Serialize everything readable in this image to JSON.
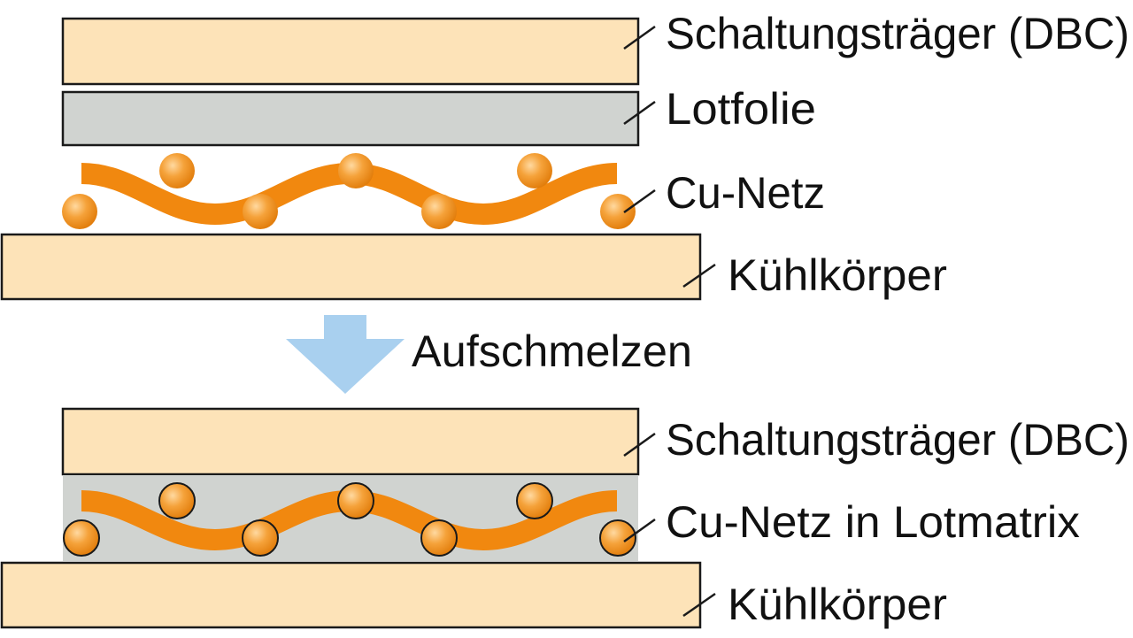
{
  "colors": {
    "layer_fill": "#fde3b8",
    "foil_fill": "#d0d3d0",
    "outline": "#1a1a1a",
    "mesh": "#f1880f",
    "ball": "#f08c14",
    "arrow": "#a9d0ef"
  },
  "before": {
    "dbc_label": "Schaltungsträger (DBC)",
    "foil_label": "Lotfolie",
    "mesh_label": "Cu-Netz",
    "sink_label": "Kühlkörper"
  },
  "process": {
    "label": "Aufschmelzen",
    "arrow_icon": "down-arrow-icon"
  },
  "after": {
    "dbc_label": "Schaltungsträger (DBC)",
    "composite_label": "Cu-Netz in Lotmatrix",
    "sink_label": "Kühlkörper"
  }
}
